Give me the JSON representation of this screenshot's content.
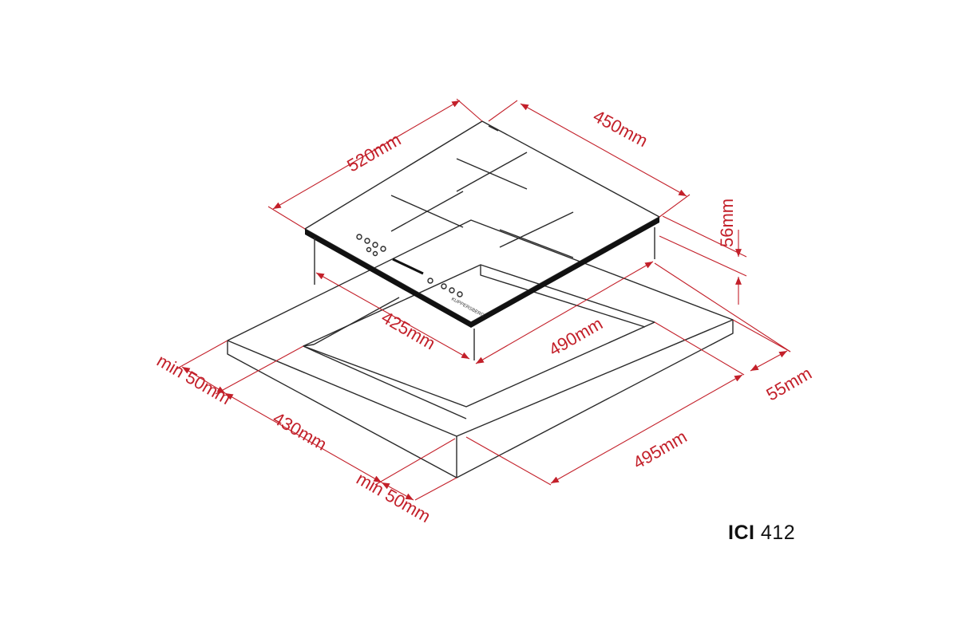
{
  "dimensions": {
    "width_top": "520mm",
    "depth_top": "450mm",
    "height": "56mm",
    "cutout_depth": "425mm",
    "cutout_width": "490mm",
    "margin_side": "55mm",
    "margin_front_left": "min 50mm",
    "counter_depth": "430mm",
    "margin_front_bottom": "min 50mm",
    "counter_width": "495mm"
  },
  "brand_mark": "KUPPERSBERG",
  "model": {
    "prefix": "ICI",
    "number": "412"
  },
  "colors": {
    "dimension": "#c3202a",
    "outline": "#2a2a2a"
  }
}
